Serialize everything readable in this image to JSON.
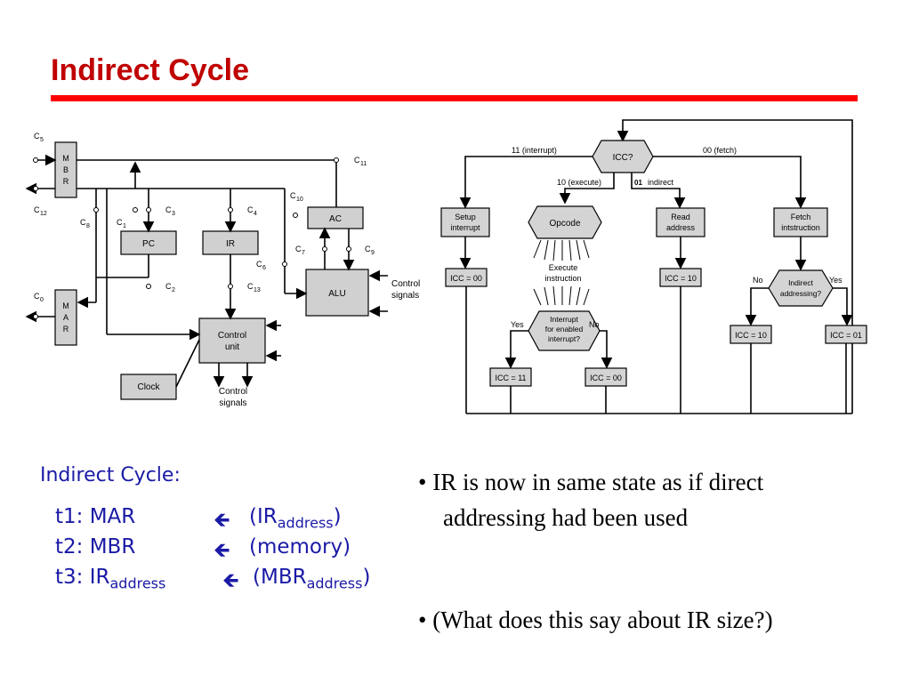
{
  "slide": {
    "title": "Indirect Cycle",
    "accent_color": "#c00000",
    "rule_color": "#ff0000"
  },
  "datapath": {
    "registers": [
      "MBR",
      "MAR",
      "PC",
      "IR",
      "AC",
      "ALU",
      "Control unit",
      "Clock"
    ],
    "mbr_letters": [
      "M",
      "B",
      "R"
    ],
    "mar_letters": [
      "M",
      "A",
      "R"
    ],
    "pc": "PC",
    "ir": "IR",
    "ac": "AC",
    "alu": "ALU",
    "control_unit_l1": "Control",
    "control_unit_l2": "unit",
    "clock": "Clock",
    "control_signals_right_l1": "Control",
    "control_signals_right_l2": "signals",
    "control_signals_bottom_l1": "Control",
    "control_signals_bottom_l2": "signals",
    "c_labels": [
      "C",
      "C",
      "C",
      "C",
      "C",
      "C",
      "C",
      "C",
      "C",
      "C",
      "C",
      "C",
      "C",
      "C"
    ],
    "c5": "5",
    "c12": "12",
    "c0": "0",
    "c8": "8",
    "c1": "1",
    "c3": "3",
    "c4": "4",
    "c2": "2",
    "c13": "13",
    "c10": "10",
    "c11": "11",
    "c6": "6",
    "c7": "7",
    "c9": "9"
  },
  "flowchart": {
    "icc": "ICC?",
    "branch_interrupt": "11 (interrupt)",
    "branch_fetch": "00 (fetch)",
    "branch_execute": "10 (execute)",
    "branch_indirect_num": "01",
    "branch_indirect_word": "indirect",
    "setup_l1": "Setup",
    "setup_l2": "interrupt",
    "opcode": "Opcode",
    "execute_l1": "Execute",
    "execute_l2": "instruction",
    "read_l1": "Read",
    "read_l2": "address",
    "fetch_l1": "Fetch",
    "fetch_l2": "intstruction",
    "icc00_a": "ICC = 00",
    "icc10_a": "ICC = 10",
    "indirect_q_l1": "Indirect",
    "indirect_q_l2": "addressing?",
    "no": "No",
    "yes": "Yes",
    "interrupt_q_l1": "Interrupt",
    "interrupt_q_l2": "for enabled",
    "interrupt_q_l3": "interrupt?",
    "yes2": "Yes",
    "no2": "No",
    "icc10_b": "ICC = 10",
    "icc01": "ICC = 01",
    "icc11": "ICC = 11",
    "icc00_b": "ICC = 00"
  },
  "steps": {
    "heading": "Indirect Cycle:",
    "arrow_symbol": "🡸",
    "rows": [
      {
        "label": "t1: MAR",
        "rhs_pre": "(IR",
        "rhs_sub": "address",
        "rhs_post": ")"
      },
      {
        "label": "t2: MBR",
        "rhs_pre": "(memory)",
        "rhs_sub": "",
        "rhs_post": ""
      },
      {
        "label_pre": "t3: IR",
        "label_sub": "address",
        "rhs_pre": "(MBR",
        "rhs_sub": "address",
        "rhs_post": ")"
      }
    ]
  },
  "bullets": {
    "b1_l1": "• IR is now in same state as if direct",
    "b1_l2": "addressing had been used",
    "b2": "• (What does this say about IR size?)"
  }
}
